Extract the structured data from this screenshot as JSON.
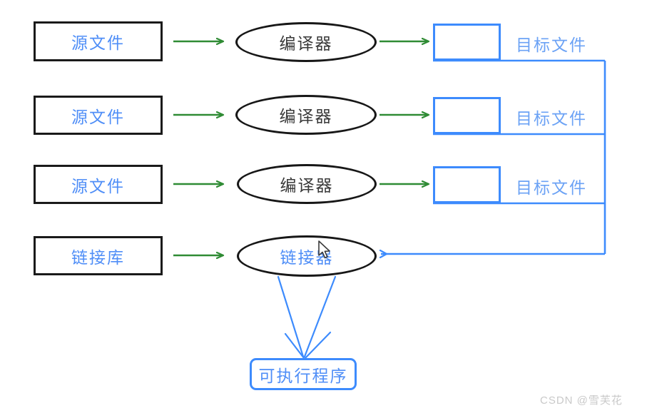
{
  "diagram": {
    "title": "compilation-and-linking-flow",
    "colors": {
      "black_border": "#1a1a1a",
      "blue_border": "#3d8bfd",
      "blue_text": "#4f8ef7",
      "blue_label": "#6ba2f5",
      "green_arrow": "#2f8b34",
      "ellipse_text_dark": "#3a3a3a",
      "watermark": "#c9c9c9",
      "background": "#ffffff"
    },
    "rows": [
      {
        "source_label": "源文件",
        "processor_label": "编译器",
        "object_label": "目标文件"
      },
      {
        "source_label": "源文件",
        "processor_label": "编译器",
        "object_label": "目标文件"
      },
      {
        "source_label": "源文件",
        "processor_label": "编译器",
        "object_label": "目标文件"
      }
    ],
    "linker_row": {
      "source_label": "链接库",
      "processor_label": "链接器"
    },
    "output": {
      "label": "可执行程序"
    },
    "watermark": "CSDN @雪芙花"
  }
}
